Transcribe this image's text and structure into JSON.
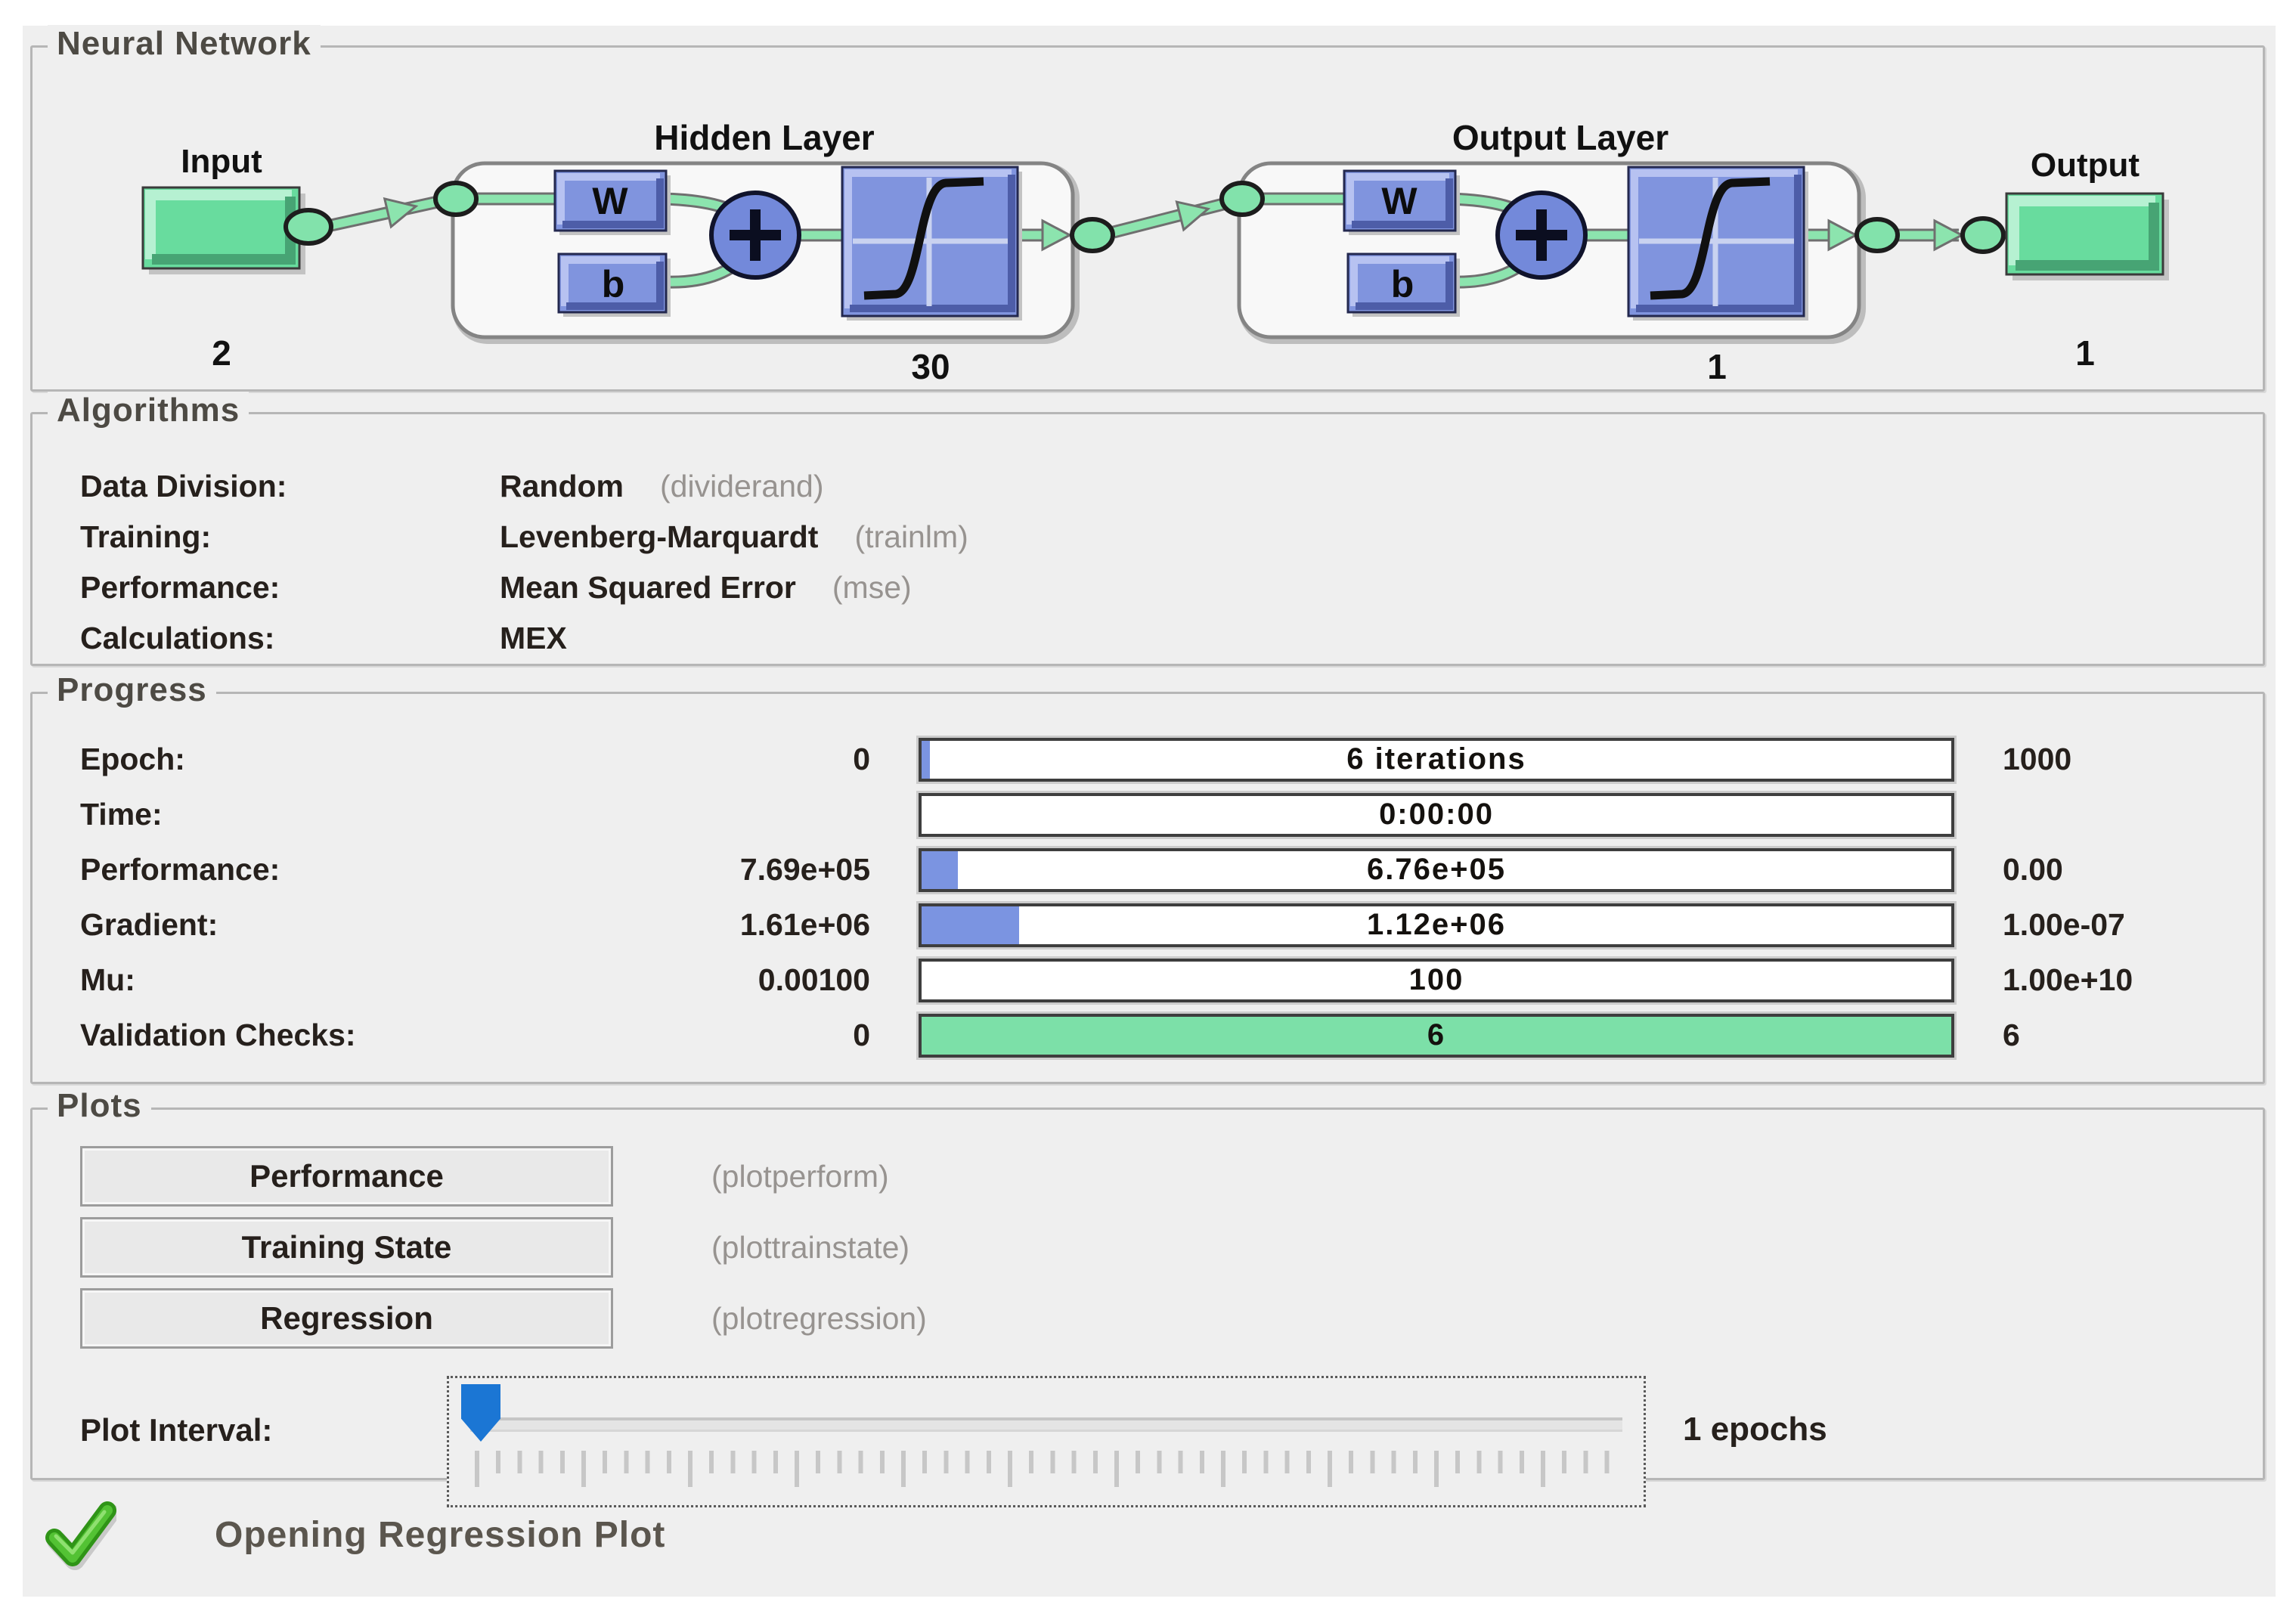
{
  "neural_network": {
    "section_title": "Neural Network",
    "input_label": "Input",
    "input_size": "2",
    "hidden_layer_label": "Hidden Layer",
    "hidden_size": "30",
    "output_layer_label": "Output Layer",
    "output_layer_size": "1",
    "output_label": "Output",
    "output_size": "1",
    "weight_label": "W",
    "bias_label": "b"
  },
  "algorithms": {
    "section_title": "Algorithms",
    "rows": [
      {
        "label": "Data Division:",
        "value": "Random",
        "function": "(dividerand)"
      },
      {
        "label": "Training:",
        "value": "Levenberg-Marquardt",
        "function": "(trainlm)"
      },
      {
        "label": "Performance:",
        "value": "Mean Squared Error",
        "function": "(mse)"
      },
      {
        "label": "Calculations:",
        "value": "MEX",
        "function": ""
      }
    ]
  },
  "progress": {
    "section_title": "Progress",
    "rows": [
      {
        "label": "Epoch:",
        "min": "0",
        "bar_text": "6 iterations",
        "max": "1000",
        "fill_percent": 0.8,
        "fill_color": "#7b94e1"
      },
      {
        "label": "Time:",
        "min": "",
        "bar_text": "0:00:00",
        "max": "",
        "fill_percent": 0,
        "fill_color": "#7b94e1"
      },
      {
        "label": "Performance:",
        "min": "7.69e+05",
        "bar_text": "6.76e+05",
        "max": "0.00",
        "fill_percent": 3.5,
        "fill_color": "#7b94e1"
      },
      {
        "label": "Gradient:",
        "min": "1.61e+06",
        "bar_text": "1.12e+06",
        "max": "1.00e-07",
        "fill_percent": 9.5,
        "fill_color": "#7b94e1"
      },
      {
        "label": "Mu:",
        "min": "0.00100",
        "bar_text": "100",
        "max": "1.00e+10",
        "fill_percent": 0,
        "fill_color": "#7b94e1"
      },
      {
        "label": "Validation Checks:",
        "min": "0",
        "bar_text": "6",
        "max": "6",
        "fill_percent": 100,
        "fill_color": "#7ce0a8"
      }
    ]
  },
  "plots": {
    "section_title": "Plots",
    "buttons": [
      {
        "label": "Performance",
        "function": "(plotperform)"
      },
      {
        "label": "Training State",
        "function": "(plottrainstate)"
      },
      {
        "label": "Regression",
        "function": "(plotregression)"
      }
    ],
    "plot_interval": {
      "label": "Plot Interval:",
      "value_text": "1 epochs"
    }
  },
  "status": {
    "message": "Opening Regression Plot",
    "icon": "green-checkmark"
  },
  "colors": {
    "window_bg": "#efefef",
    "progress_blue": "#7b94e1",
    "progress_green": "#7ce0a8",
    "diagram_green": "#6fdfa2",
    "diagram_blue": "#8094de",
    "slider_blue": "#1b76d4",
    "check_green": "#3fae25"
  }
}
